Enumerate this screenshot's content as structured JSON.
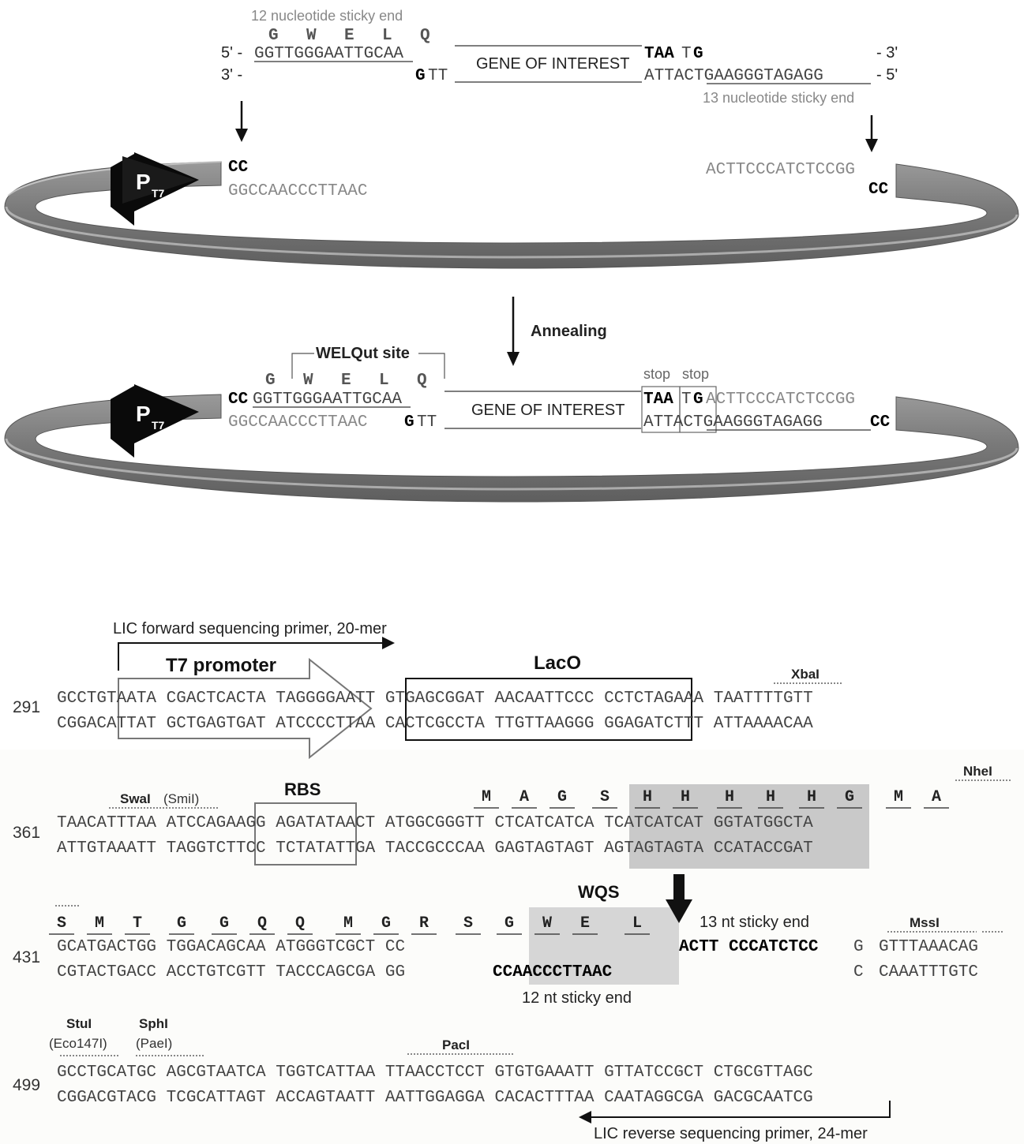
{
  "top": {
    "sticky12_label": "12 nucleotide sticky end",
    "sticky13_label": "13 nucleotide sticky end",
    "aa_top": [
      "G",
      "W",
      "E",
      "L",
      "Q"
    ],
    "five_prime": "5' -",
    "three_prime_left": "3' -",
    "three_prime_right": "- 3'",
    "five_prime_right": "- 5'",
    "top_left_seq": "GGTTGGGAATTGCAA",
    "bottom_left_bold": "G",
    "bottom_left_seq": "TT",
    "gene_label": "GENE OF INTEREST",
    "top_right_bold": "TAA",
    "top_right_t": "T",
    "top_right_g": "G",
    "bottom_right_seq": "ATTACTGAAGGGTAGAGG",
    "vector_left_cc": "CC",
    "vector_left_seq": "GGCCAACCCTTAAC",
    "vector_right_seq": "ACTTCCCATCTCCGG",
    "vector_right_cc": "CC",
    "promoter_p": "P",
    "promoter_sub": "T7",
    "annealing": "Annealing"
  },
  "annealed": {
    "welqut_label": "WELQut site",
    "aa": [
      "G",
      "W",
      "E",
      "L",
      "Q"
    ],
    "top_cc": "CC",
    "top_seq": "GGTTGGGAATTGCAA",
    "bottom_seq": "GGCCAACCCTTAAC",
    "bottom_g": "G",
    "bottom_tt": "TT",
    "gene_label": "GENE OF INTEREST",
    "stop1": "stop",
    "stop2": "stop",
    "top_right_taa": "TAA",
    "top_right_t": "T",
    "top_right_g": "G",
    "top_right_rest": "ACTTCCCATCTCCGG",
    "bottom_right_seq": "ATTACTGAAGGGTAGAGG",
    "bottom_right_cc": "CC"
  },
  "sequence_map": {
    "fwd_primer": "LIC forward sequencing primer, 20-mer",
    "rev_primer": "LIC reverse sequencing primer, 24-mer",
    "t7_promoter": "T7 promoter",
    "laco": "LacO",
    "xbai": "XbaI",
    "rbs": "RBS",
    "swai": "SwaI",
    "smii": "(SmiI)",
    "nhei": "NheI",
    "wqs": "WQS",
    "sticky13": "13 nt sticky end",
    "sticky12": "12 nt sticky end",
    "mssi": "MssI",
    "stui": "StuI",
    "eco": "(Eco147I)",
    "sphi": "SphI",
    "paei": "(PaeI)",
    "paci": "PacI",
    "rows": [
      {
        "num": "291",
        "top": "GCCTGTAATA CGACTCACTA TAGGGGAATT GTGAGCGGAT AACAATTCCC CCTCTAGAAA TAATTTTGTT",
        "bottom": "CGGACATTAT GCTGAGTGAT ATCCCCTTAA CACTCGCCTA TTGTTAAGGG GGAGATCTTT ATTAAAACAA"
      },
      {
        "num": "361",
        "top": "TAACATTTAA ATCCAGAAGG AGATATAACT ATGGCGGGTT CTCATCATCA TCATCATCAT GGTATGGCTA",
        "bottom": "ATTGTAAATT TAGGTCTTCC TCTATATTGA TACCGCCCAA GAGTAGTAGT AGTAGTAGTA CCATACCGAT",
        "aa": [
          "M",
          "A",
          "G",
          "S",
          "H",
          "H",
          "H",
          "H",
          "H",
          "G",
          "M",
          "A"
        ]
      },
      {
        "num": "431",
        "top": "GCATGACTGG TGGACAGCAA ATGGGTCGCT CC",
        "top_bold": "ACTT CCCATCTCC",
        "top_g": "G",
        "top_end": "GTTTAAACAG",
        "bottom": "CGTACTGACC ACCTGTCGTT TACCCAGCGA GG",
        "bottom_bold": "CCAACCCTTAAC",
        "bottom_c": "C",
        "bottom_end": "CAAATTTGTC",
        "aa": [
          "S",
          "M",
          "T",
          "G",
          "G",
          "Q",
          "Q",
          "M",
          "G",
          "R",
          "S",
          "G",
          "W",
          "E",
          "L"
        ]
      },
      {
        "num": "499",
        "top": "GCCTGCATGC AGCGTAATCA TGGTCATTAA TTAACCTCCT GTGTGAAATT GTTATCCGCT CTGCGTTAGC",
        "bottom": "CGGACGTACG TCGCATTAGT ACCAGTAATT AATTGGAGGA CACACTTTAA CAATAGGCGA GACGCAATCG"
      }
    ]
  }
}
